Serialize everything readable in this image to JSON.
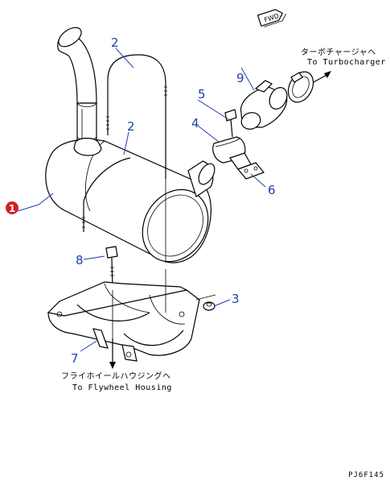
{
  "labels": {
    "p1": "1",
    "p2a": "2",
    "p2b": "2",
    "p3": "3",
    "p4": "4",
    "p5": "5",
    "p6": "6",
    "p7": "7",
    "p8": "8",
    "p9": "9"
  },
  "notes": {
    "turbo_jp": "ターボチャージャヘ",
    "turbo_en": "To Turbocharger",
    "flywheel_jp": "フライホイールハウジングヘ",
    "flywheel_en": "To Flywheel Housing",
    "fwd": "FWD",
    "code": "PJ6F145"
  },
  "colors": {
    "label": "#1f3fae",
    "callout_1": "#d42020"
  }
}
